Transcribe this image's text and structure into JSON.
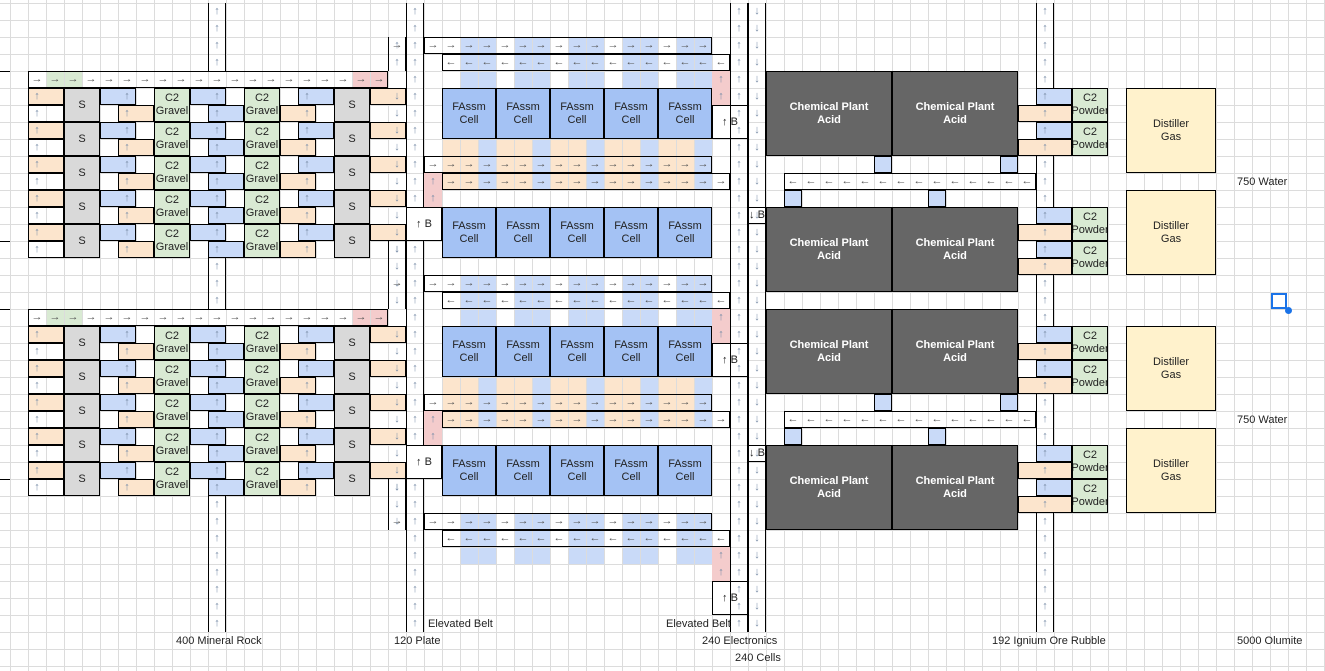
{
  "arrows": {
    "up": "↑",
    "down": "↓",
    "right": "→",
    "left": "←"
  },
  "colors": {
    "smelter": "#d9d9d9",
    "gravel": "#d9ead3",
    "assembler": "#a4c2f4",
    "chemical_plant": "#666666",
    "distiller": "#fff2cc",
    "belt_orange": "#fce5cd",
    "belt_blue": "#c9daf8",
    "belt_red": "#f4cccc",
    "belt_green": "#d9ead3",
    "selection": "#1a73e8"
  },
  "machines": {
    "smelter": "S",
    "gravel": "C2\nGravel",
    "assembler": "FAssm\nCell",
    "chemical_plant": "Chemical Plant\nAcid",
    "powder": "C2\nPowder",
    "distiller": "Distiller\nGas",
    "balancer_up": "↑ B",
    "balancer_down": "↓ B"
  },
  "labels": {
    "elevated_belt_left": "Elevated Belt",
    "elevated_belt_right": "Elevated Belt",
    "water_top": "750 Water",
    "water_bottom": "750 Water",
    "input_rock": "400 Mineral Rock",
    "input_plate": "120 Plate",
    "output_electronics": "240 Electronics",
    "output_cells": "240 Cells",
    "input_rubble": "192 Ignium Ore Rubble",
    "input_olumite": "5000 Olumite"
  }
}
